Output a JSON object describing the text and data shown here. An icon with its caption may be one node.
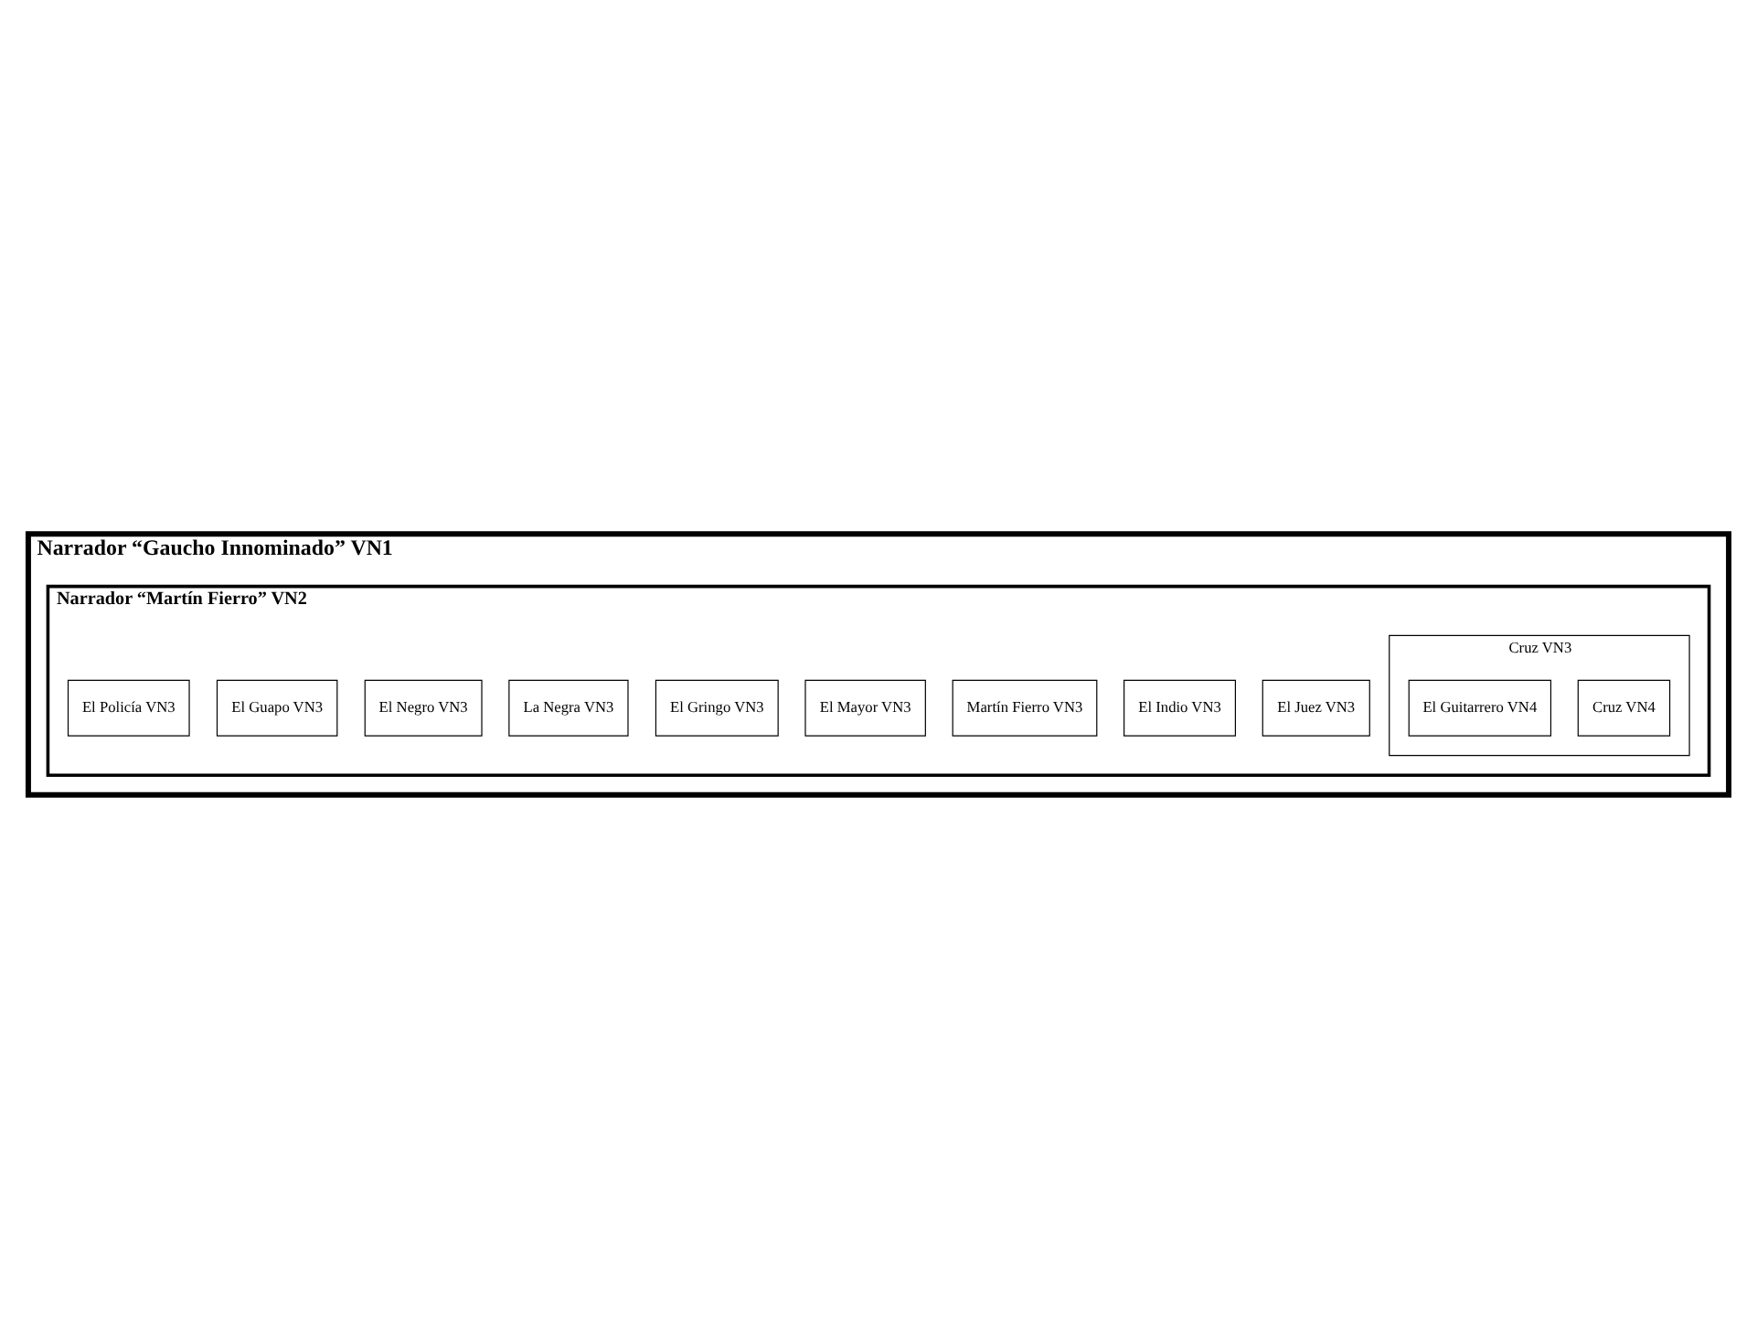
{
  "diagram": {
    "nodes": [
      {
        "text": [
          "Narrador “Gaucho Innominado” VN1"
        ]
      },
      {
        "text": [
          "Narrador “Martín Fierro” VN2"
        ],
        "in": 0
      },
      {
        "text": [
          "El Juez VN3"
        ],
        "in": 1
      },
      {
        "text": [
          "El Indio VN3"
        ],
        "in": 1
      },
      {
        "text": [
          "Martín Fierro VN3"
        ],
        "in": 1
      },
      {
        "text": [
          "El Mayor VN3"
        ],
        "in": 1
      },
      {
        "text": [
          "El Gringo VN3"
        ],
        "in": 1
      },
      {
        "text": [
          "La Negra VN3"
        ],
        "in": 1
      },
      {
        "text": [
          "El Negro VN3"
        ],
        "in": 1
      },
      {
        "text": [
          "El Guapo VN3"
        ],
        "in": 1
      },
      {
        "text": [
          "El Policía VN3"
        ],
        "in": 1
      },
      {
        "text": [
          "Cruz VN3"
        ],
        "in": 1
      },
      {
        "text": [
          "Cruz VN4"
        ],
        "in": 11
      },
      {
        "text": [
          "El Guitarrero VN4"
        ],
        "in": 11
      }
    ],
    "edges": []
  }
}
